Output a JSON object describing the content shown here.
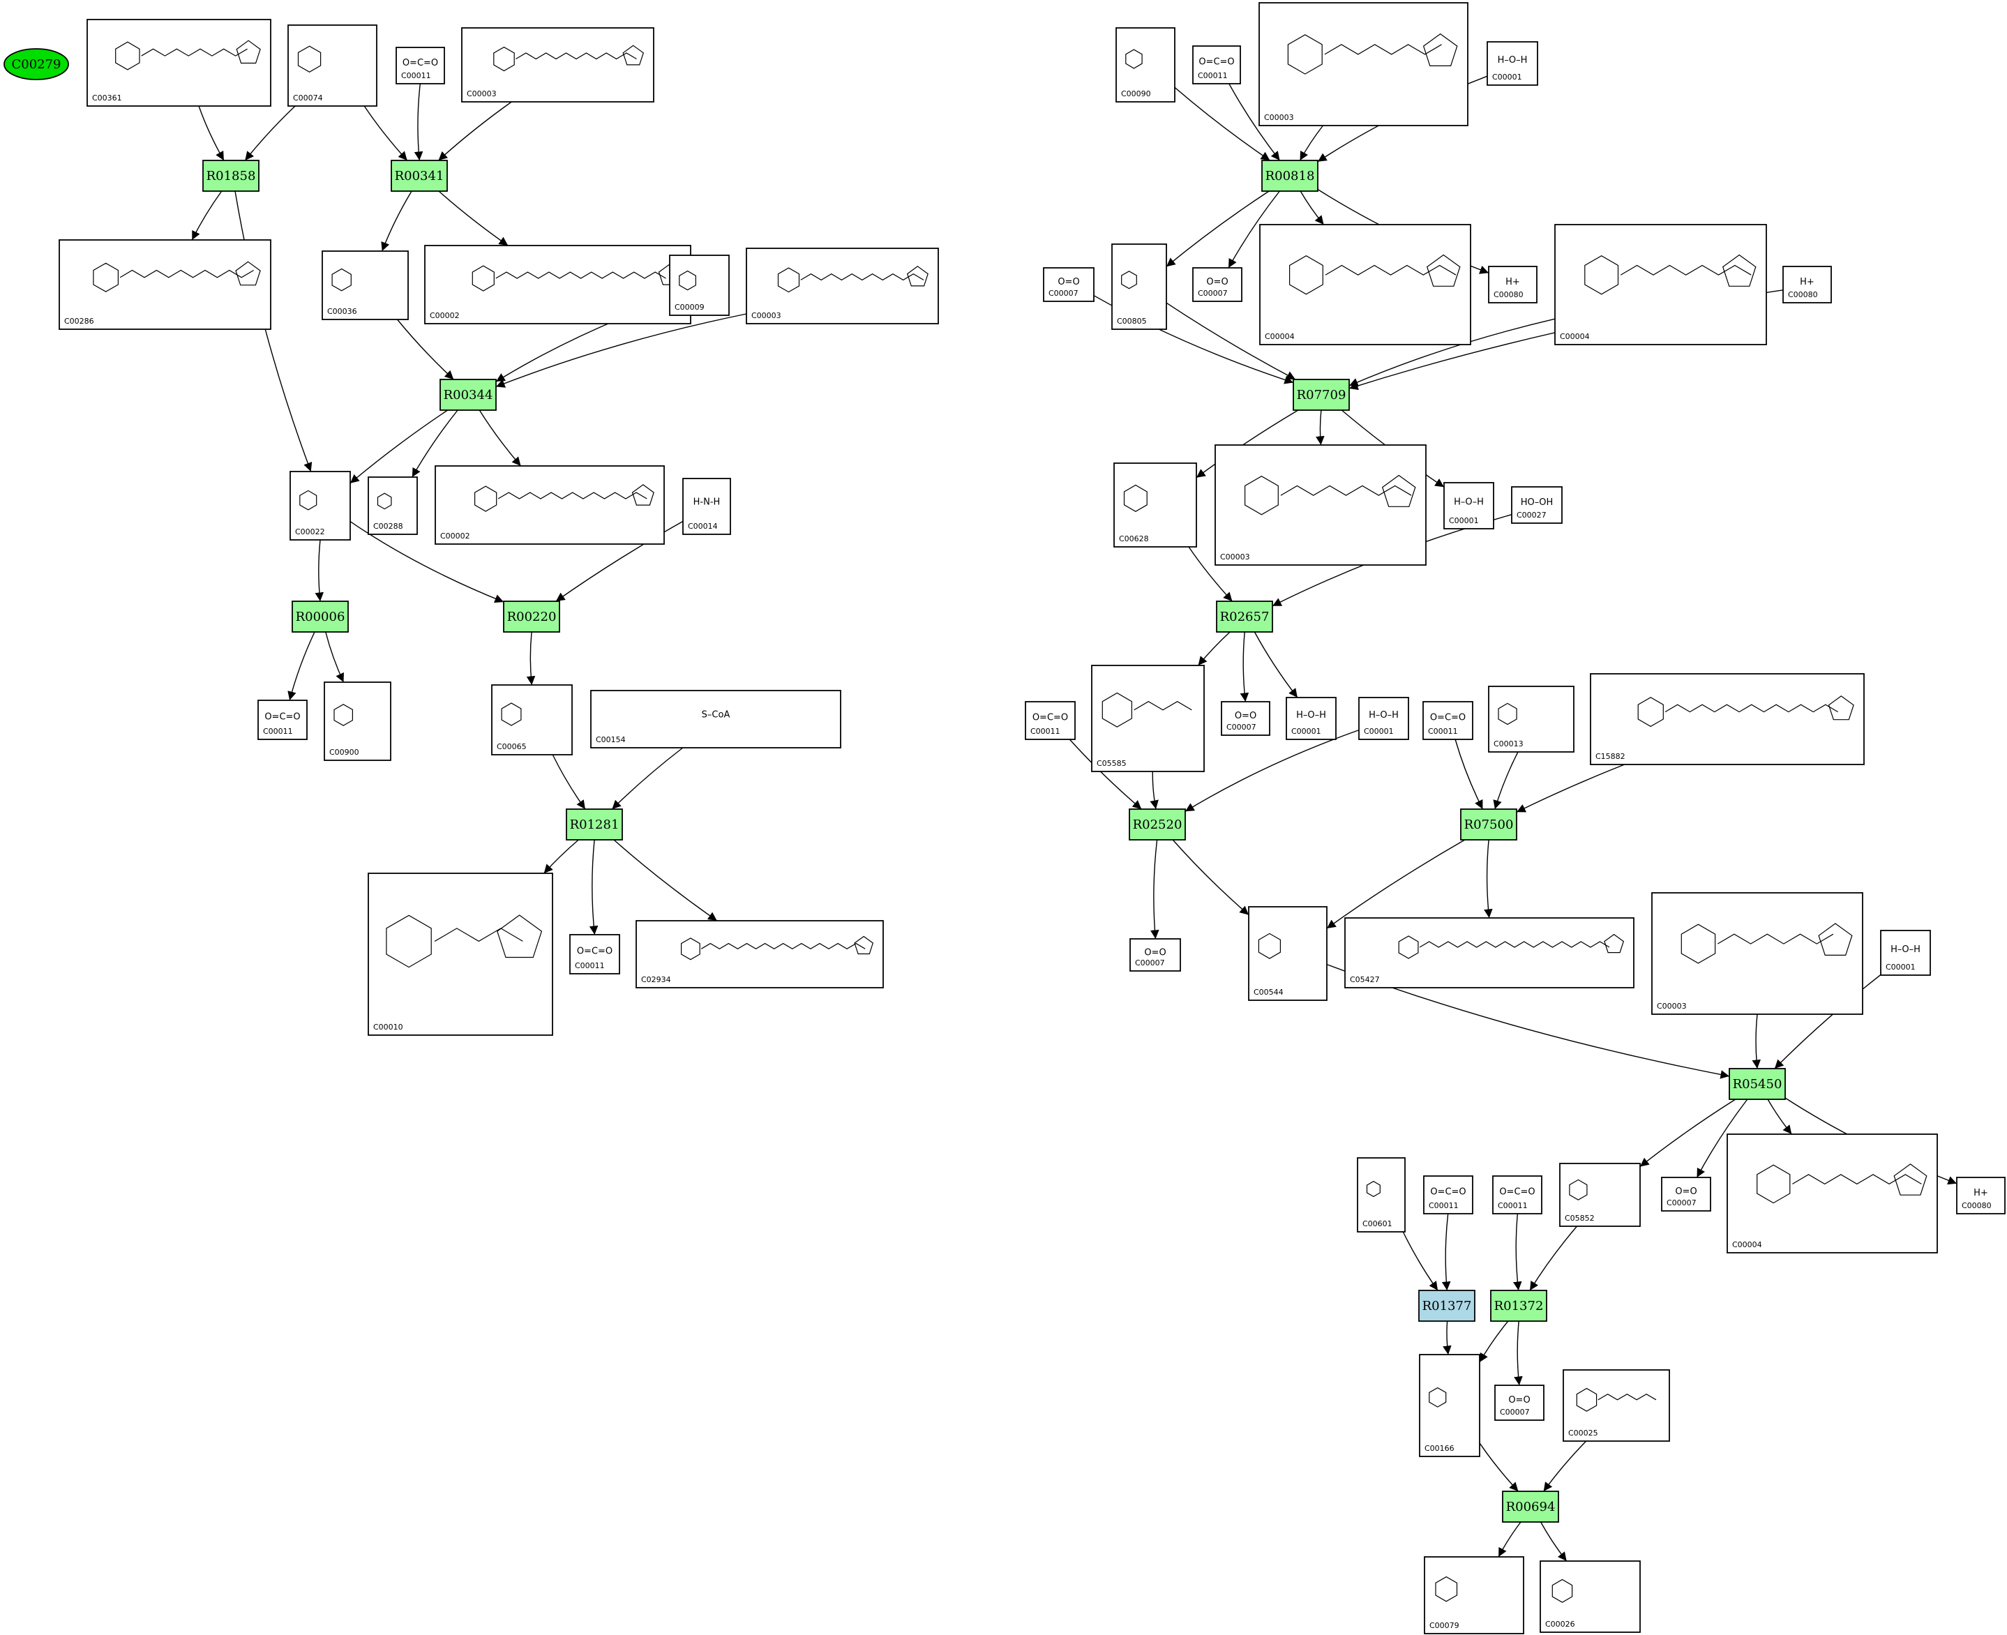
{
  "root_node": {
    "label": "C00279",
    "color": "#00dd00"
  },
  "reactions": [
    {
      "id": "R01858",
      "color": "#98fb98"
    },
    {
      "id": "R00341",
      "color": "#98fb98"
    },
    {
      "id": "R00344",
      "color": "#98fb98"
    },
    {
      "id": "R00006",
      "color": "#98fb98"
    },
    {
      "id": "R00220",
      "color": "#98fb98"
    },
    {
      "id": "R01281",
      "color": "#98fb98"
    },
    {
      "id": "R00818",
      "color": "#98fb98"
    },
    {
      "id": "R07709",
      "color": "#98fb98"
    },
    {
      "id": "R02657",
      "color": "#98fb98"
    },
    {
      "id": "R02520",
      "color": "#98fb98"
    },
    {
      "id": "R07500",
      "color": "#98fb98"
    },
    {
      "id": "R05450",
      "color": "#98fb98"
    },
    {
      "id": "R01377",
      "color": "#add8e6"
    },
    {
      "id": "R01372",
      "color": "#98fb98"
    },
    {
      "id": "R00694",
      "color": "#98fb98"
    }
  ],
  "compounds": [
    {
      "key": "c00361",
      "id": "C00361"
    },
    {
      "key": "c00074",
      "id": "C00074"
    },
    {
      "key": "c00011_a",
      "id": "C00011",
      "formula": "O=C=O"
    },
    {
      "key": "c00003_a",
      "id": "C00003"
    },
    {
      "key": "c00286",
      "id": "C00286"
    },
    {
      "key": "c00036",
      "id": "C00036"
    },
    {
      "key": "c00002_a",
      "id": "C00002"
    },
    {
      "key": "c00009",
      "id": "C00009"
    },
    {
      "key": "c00003_b",
      "id": "C00003"
    },
    {
      "key": "c00022",
      "id": "C00022"
    },
    {
      "key": "c00288",
      "id": "C00288"
    },
    {
      "key": "c00002_b",
      "id": "C00002"
    },
    {
      "key": "c00014",
      "id": "C00014",
      "formula": "H-N-H"
    },
    {
      "key": "c00011_b",
      "id": "C00011",
      "formula": "O=C=O"
    },
    {
      "key": "c00900",
      "id": "C00900"
    },
    {
      "key": "c00065",
      "id": "C00065"
    },
    {
      "key": "c00154",
      "id": "C00154",
      "formula": "S–CoA"
    },
    {
      "key": "c00010",
      "id": "C00010"
    },
    {
      "key": "c00011_c",
      "id": "C00011",
      "formula": "O=C=O"
    },
    {
      "key": "c02934",
      "id": "C02934"
    },
    {
      "key": "c00090",
      "id": "C00090"
    },
    {
      "key": "c00011_d",
      "id": "C00011",
      "formula": "O=C=O"
    },
    {
      "key": "c00003_c",
      "id": "C00003"
    },
    {
      "key": "c00001_a",
      "id": "C00001",
      "formula": "H–O–H"
    },
    {
      "key": "c00007_a",
      "id": "C00007",
      "formula": "O=O"
    },
    {
      "key": "c00805",
      "id": "C00805"
    },
    {
      "key": "c00007_b",
      "id": "C00007",
      "formula": "O=O"
    },
    {
      "key": "c00004_a",
      "id": "C00004"
    },
    {
      "key": "c00080_a",
      "id": "C00080",
      "formula": "H+"
    },
    {
      "key": "c00004_b",
      "id": "C00004"
    },
    {
      "key": "c00080_b",
      "id": "C00080",
      "formula": "H+"
    },
    {
      "key": "c00628",
      "id": "C00628"
    },
    {
      "key": "c00003_d",
      "id": "C00003"
    },
    {
      "key": "c00001_b",
      "id": "C00001",
      "formula": "H–O–H"
    },
    {
      "key": "c00027",
      "id": "C00027",
      "formula": "HO–OH"
    },
    {
      "key": "c00011_e",
      "id": "C00011",
      "formula": "O=C=O"
    },
    {
      "key": "c05585",
      "id": "C05585"
    },
    {
      "key": "c00007_c",
      "id": "C00007",
      "formula": "O=O"
    },
    {
      "key": "c00001_c",
      "id": "C00001",
      "formula": "H–O–H"
    },
    {
      "key": "c00001_d",
      "id": "C00001",
      "formula": "H–O–H"
    },
    {
      "key": "c00011_f",
      "id": "C00011",
      "formula": "O=C=O"
    },
    {
      "key": "c00013",
      "id": "C00013"
    },
    {
      "key": "c15882",
      "id": "C15882"
    },
    {
      "key": "c00007_d",
      "id": "C00007",
      "formula": "O=O"
    },
    {
      "key": "c00544",
      "id": "C00544"
    },
    {
      "key": "c05427",
      "id": "C05427"
    },
    {
      "key": "c00003_e",
      "id": "C00003"
    },
    {
      "key": "c00001_e",
      "id": "C00001",
      "formula": "H–O–H"
    },
    {
      "key": "c00601",
      "id": "C00601"
    },
    {
      "key": "c00011_g",
      "id": "C00011",
      "formula": "O=C=O"
    },
    {
      "key": "c00011_h",
      "id": "C00011",
      "formula": "O=C=O"
    },
    {
      "key": "c05852",
      "id": "C05852"
    },
    {
      "key": "c00007_e",
      "id": "C00007",
      "formula": "O=O"
    },
    {
      "key": "c00004_c",
      "id": "C00004"
    },
    {
      "key": "c00080_c",
      "id": "C00080",
      "formula": "H+"
    },
    {
      "key": "c00166",
      "id": "C00166"
    },
    {
      "key": "c00007_f",
      "id": "C00007",
      "formula": "O=O"
    },
    {
      "key": "c00025",
      "id": "C00025"
    },
    {
      "key": "c00079",
      "id": "C00079"
    },
    {
      "key": "c00026",
      "id": "C00026"
    }
  ],
  "edges": [
    [
      "c00361",
      "R01858"
    ],
    [
      "c00074",
      "R01858"
    ],
    [
      "R01858",
      "c00286"
    ],
    [
      "R01858",
      "c00022"
    ],
    [
      "c00074",
      "R00341"
    ],
    [
      "c00011_a",
      "R00341"
    ],
    [
      "c00003_a",
      "R00341"
    ],
    [
      "R00341",
      "c00036"
    ],
    [
      "R00341",
      "c00002_a"
    ],
    [
      "c00036",
      "R00344"
    ],
    [
      "c00009",
      "R00344"
    ],
    [
      "c00003_b",
      "R00344"
    ],
    [
      "R00344",
      "c00022"
    ],
    [
      "R00344",
      "c00288"
    ],
    [
      "R00344",
      "c00002_b"
    ],
    [
      "c00022",
      "R00006"
    ],
    [
      "c00022",
      "R00220"
    ],
    [
      "c00014",
      "R00220"
    ],
    [
      "R00006",
      "c00011_b"
    ],
    [
      "R00006",
      "c00900"
    ],
    [
      "R00220",
      "c00065"
    ],
    [
      "c00065",
      "R01281"
    ],
    [
      "c00154",
      "R01281"
    ],
    [
      "R01281",
      "c00010"
    ],
    [
      "R01281",
      "c00011_c"
    ],
    [
      "R01281",
      "c02934"
    ],
    [
      "c00090",
      "R00818"
    ],
    [
      "c00011_d",
      "R00818"
    ],
    [
      "c00003_c",
      "R00818"
    ],
    [
      "c00001_a",
      "R00818"
    ],
    [
      "R00818",
      "c00805"
    ],
    [
      "R00818",
      "c00007_b"
    ],
    [
      "R00818",
      "c00004_a"
    ],
    [
      "R00818",
      "c00080_a"
    ],
    [
      "c00007_a",
      "R07709"
    ],
    [
      "c00805",
      "R07709"
    ],
    [
      "c00004_b",
      "R07709"
    ],
    [
      "c00080_b",
      "R07709"
    ],
    [
      "R07709",
      "c00628"
    ],
    [
      "R07709",
      "c00003_d"
    ],
    [
      "R07709",
      "c00001_b"
    ],
    [
      "c00628",
      "R02657"
    ],
    [
      "c00027",
      "R02657"
    ],
    [
      "R02657",
      "c05585"
    ],
    [
      "R02657",
      "c00007_c"
    ],
    [
      "R02657",
      "c00001_c"
    ],
    [
      "c00011_e",
      "R02520"
    ],
    [
      "c05585",
      "R02520"
    ],
    [
      "c00001_d",
      "R02520"
    ],
    [
      "R02520",
      "c00007_d"
    ],
    [
      "R02520",
      "c00544"
    ],
    [
      "c00011_f",
      "R07500"
    ],
    [
      "c00013",
      "R07500"
    ],
    [
      "c15882",
      "R07500"
    ],
    [
      "R07500",
      "c00544"
    ],
    [
      "R07500",
      "c05427"
    ],
    [
      "c00544",
      "R05450"
    ],
    [
      "c00003_e",
      "R05450"
    ],
    [
      "c00001_e",
      "R05450"
    ],
    [
      "R05450",
      "c05852"
    ],
    [
      "R05450",
      "c00007_e"
    ],
    [
      "R05450",
      "c00004_c"
    ],
    [
      "R05450",
      "c00080_c"
    ],
    [
      "c00601",
      "R01377"
    ],
    [
      "c00011_g",
      "R01377"
    ],
    [
      "c00011_h",
      "R01372"
    ],
    [
      "c05852",
      "R01372"
    ],
    [
      "R01377",
      "c00166"
    ],
    [
      "R01372",
      "c00166"
    ],
    [
      "R01372",
      "c00007_f"
    ],
    [
      "c00166",
      "R00694"
    ],
    [
      "c00025",
      "R00694"
    ],
    [
      "R00694",
      "c00079"
    ],
    [
      "R00694",
      "c00026"
    ]
  ]
}
